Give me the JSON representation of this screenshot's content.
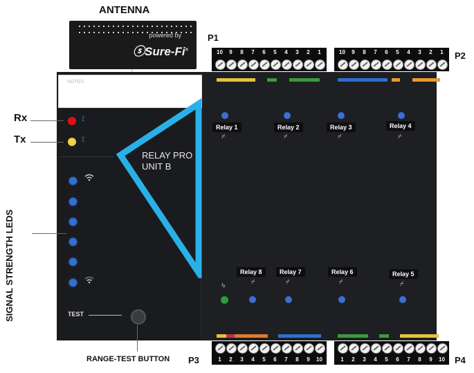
{
  "labels": {
    "antenna": "ANTENNA",
    "p1": "P1",
    "p2": "P2",
    "p3": "P3",
    "p4": "P4",
    "rx": "Rx",
    "tx": "Tx",
    "signal_strength": "SIGNAL STRENGTH LEDS",
    "range_test": "RANGE-TEST BUTTON",
    "test": "TEST",
    "notes": "NOTES",
    "powered_by": "powered by",
    "brand": "Sure-Fi",
    "unit_line1": "RELAY PRO",
    "unit_line2": "UNIT B"
  },
  "relays": {
    "r1": "Relay 1",
    "r2": "Relay 2",
    "r3": "Relay 3",
    "r4": "Relay 4",
    "r5": "Relay 5",
    "r6": "Relay 6",
    "r7": "Relay 7",
    "r8": "Relay 8"
  },
  "terminal_numbers_top": [
    "10",
    "9",
    "8",
    "7",
    "6",
    "5",
    "4",
    "3",
    "2",
    "1"
  ],
  "terminal_numbers_bottom": [
    "1",
    "2",
    "3",
    "4",
    "5",
    "6",
    "7",
    "8",
    "9",
    "10"
  ],
  "colors": {
    "rx_led": "#e01010",
    "tx_led": "#f5cf4a",
    "signal_led": "#2f6fd8",
    "triangle": "#2ab0e8",
    "green_led": "#2e9a3a"
  }
}
